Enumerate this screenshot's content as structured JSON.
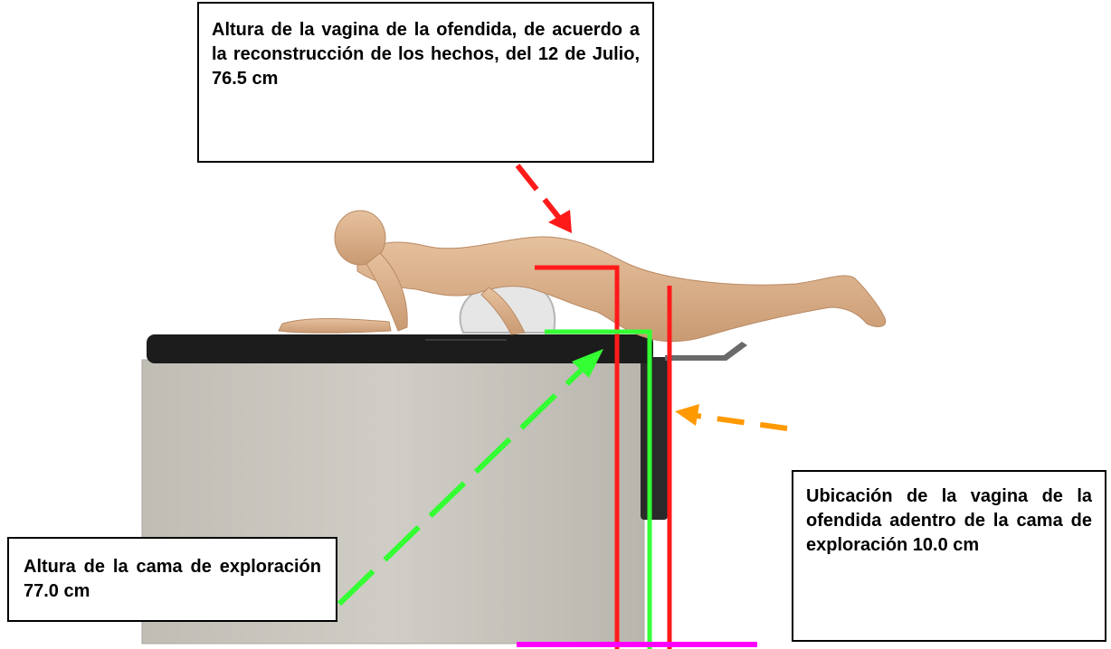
{
  "callouts": {
    "vagina_height": "Altura de la vagina de la ofendida, de acuerdo a la reconstrucción de los hechos, del 12 de Julio,  76.5 cm",
    "bed_height": "Altura de la cama de exploración 77.0 cm",
    "vagina_location": "Ubicación de la vagina de la ofendida adentro de la cama de exploración 10.0 cm"
  },
  "colors": {
    "red_marker": "#ff1a1a",
    "green_marker": "#33ff33",
    "orange_marker": "#ff9900",
    "magenta_floor": "#ff00ff",
    "cabinet": "#c9c7bf",
    "mattress": "#1e1e1e",
    "figure_skin": "#dcb38e"
  }
}
